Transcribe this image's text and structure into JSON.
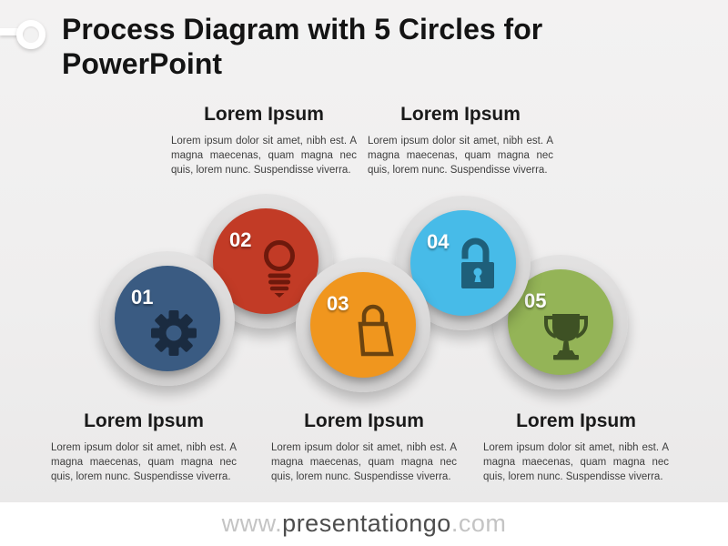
{
  "page": {
    "title_lines": [
      "Process Diagram with 5 Circles for",
      "PowerPoint"
    ]
  },
  "blocks": {
    "top": [
      {
        "heading": "Lorem Ipsum",
        "body": "Lorem ipsum dolor sit amet, nibh est. A magna maecenas, quam magna nec quis, lorem nunc. Suspendisse viverra."
      },
      {
        "heading": "Lorem Ipsum",
        "body": "Lorem ipsum dolor sit amet, nibh est. A magna maecenas, quam magna nec quis, lorem nunc. Suspendisse viverra."
      }
    ],
    "bottom": [
      {
        "heading": "Lorem Ipsum",
        "body": "Lorem ipsum dolor sit amet, nibh est. A magna maecenas, quam magna nec quis, lorem nunc. Suspendisse viverra."
      },
      {
        "heading": "Lorem Ipsum",
        "body": "Lorem ipsum dolor sit amet, nibh est. A magna maecenas, quam magna nec quis, lorem nunc. Suspendisse viverra."
      },
      {
        "heading": "Lorem Ipsum",
        "body": "Lorem ipsum dolor sit amet, nibh est. A magna maecenas, quam magna nec quis, lorem nunc. Suspendisse viverra."
      }
    ]
  },
  "steps": [
    {
      "number": "01",
      "icon": "gear-icon",
      "color": "#3A5B82",
      "icon_color": "#1A2B40"
    },
    {
      "number": "02",
      "icon": "lightbulb-icon",
      "color": "#C23B26",
      "icon_color": "#6E190C"
    },
    {
      "number": "03",
      "icon": "shopping-bag-icon",
      "color": "#F0961E",
      "icon_color": "#6B430F"
    },
    {
      "number": "04",
      "icon": "open-padlock-icon",
      "color": "#47BBE8",
      "icon_color": "#1E5F7A"
    },
    {
      "number": "05",
      "icon": "trophy-icon",
      "color": "#94B457",
      "icon_color": "#3E5124"
    }
  ],
  "footer": {
    "prefix": "www.",
    "name": "presentationgo",
    "suffix": ".com"
  },
  "colors": {
    "background": "#EFEEEE",
    "ring_gray": "#D9D8D8",
    "title_text": "#141414",
    "body_text": "#3E3E3E",
    "footer_light": "#C4C4C4",
    "footer_dark": "#4D4D4D"
  }
}
